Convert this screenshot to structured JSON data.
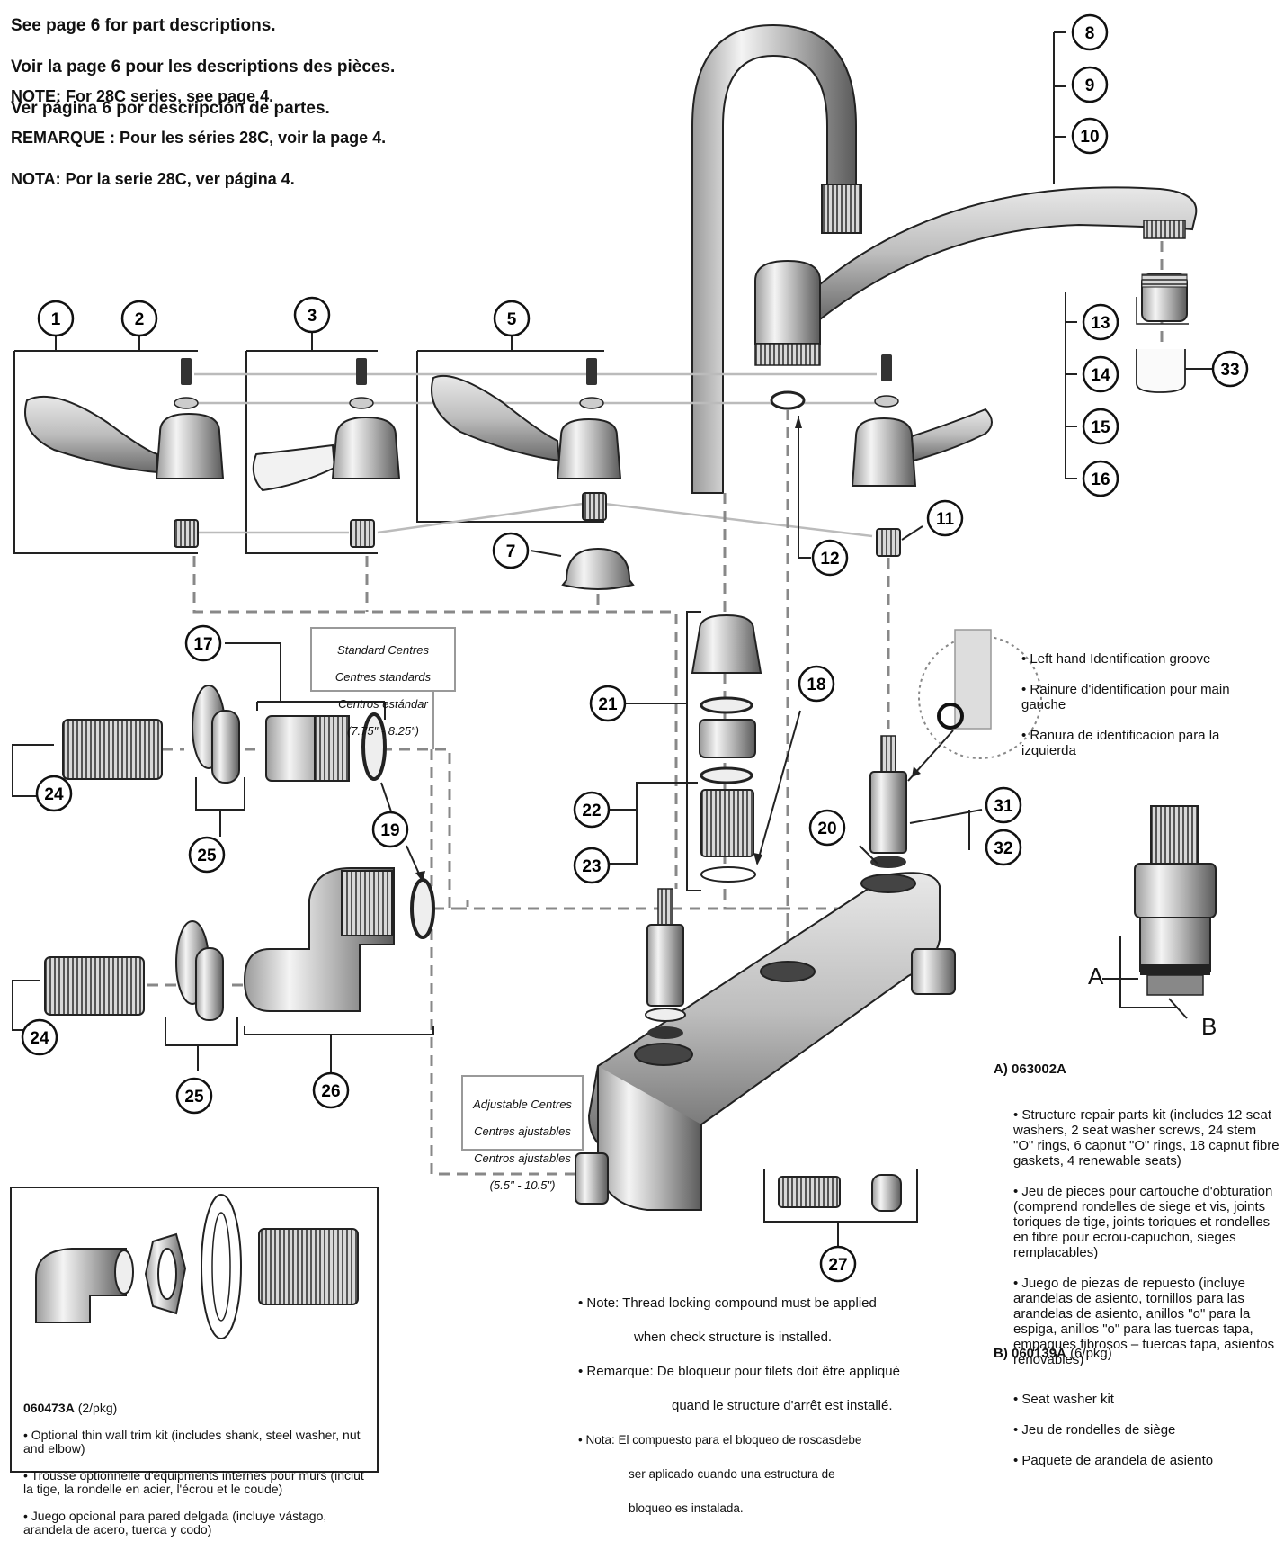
{
  "header": {
    "lines": [
      "See page 6 for part descriptions.",
      "Voir la page 6 pour les descriptions des pièces.",
      "Ver página 6 por descripción de partes."
    ],
    "note_lines": [
      "NOTE: For 28C series, see page 4.",
      "REMARQUE : Pour les séries 28C, voir la page 4.",
      "NOTA: Por la serie 28C, ver página 4."
    ]
  },
  "callouts": [
    "1",
    "2",
    "3",
    "5",
    "7",
    "8",
    "9",
    "10",
    "11",
    "12",
    "13",
    "14",
    "15",
    "16",
    "17",
    "18",
    "19",
    "20",
    "21",
    "22",
    "23",
    "24",
    "24",
    "25",
    "25",
    "26",
    "27",
    "31",
    "32",
    "33"
  ],
  "standard_centres": [
    "Standard Centres",
    "Centres standards",
    "Centros estándar",
    "(7.75\" - 8.25\")"
  ],
  "adjustable_centres": [
    "Adjustable Centres",
    "Centres ajustables",
    "Centros ajustables",
    "(5.5\" - 10.5\")"
  ],
  "identification": [
    "• Left hand Identification groove",
    "• Rainure d'identification pour main gauche",
    "• Ranura de identificacion para la izquierda"
  ],
  "cartridge_labels": {
    "a": "A",
    "b": "B"
  },
  "kit_a": {
    "title": "A) 063002A",
    "lines": [
      "• Structure repair parts kit (includes 12 seat washers, 2 seat washer screws, 24 stem \"O\" rings, 6 capnut \"O\" rings, 18 capnut fibre gaskets, 4 renewable seats)",
      "• Jeu de pieces pour cartouche d'obturation (comprend rondelles de siege et vis, joints toriques de tige, joints toriques et rondelles en fibre pour ecrou-capuchon, sieges remplacables)",
      "• Juego de piezas de repuesto (incluye arandelas de asiento, tornillos para las arandelas de asiento, anillos \"o\" para la espiga, anillos \"o\" para las tuercas tapa, empaques fibrosos – tuercas tapa, asientos renovables)"
    ]
  },
  "kit_b": {
    "title": "B) 060139A",
    "qty": "(6/pkg)",
    "lines": [
      "• Seat washer kit",
      "• Jeu de rondelles de siège",
      "• Paquete de arandela de asiento"
    ]
  },
  "note_thread": {
    "lines": [
      "• Note: Thread locking compound must be applied",
      "when check structure is installed.",
      "• Remarque: De bloqueur pour filets doit être appliqué",
      "quand le structure d'arrêt est installé.",
      "• Nota: El compuesto para el bloqueo de roscasdebe",
      "ser aplicado cuando una estructura de",
      "bloqueo es instalada."
    ]
  },
  "trim_kit": {
    "title": "060473A",
    "qty": "(2/pkg)",
    "lines": [
      "• Optional  thin wall trim kit (includes shank, steel washer, nut and elbow)",
      "• Trousse optionnelle d'équipments internes pour murs (inclut la tige, la rondelle en acier, l'écrou et le coude)",
      "• Juego opcional para pared delgada (incluye vástago, arandela de acero, tuerca y codo)"
    ]
  }
}
